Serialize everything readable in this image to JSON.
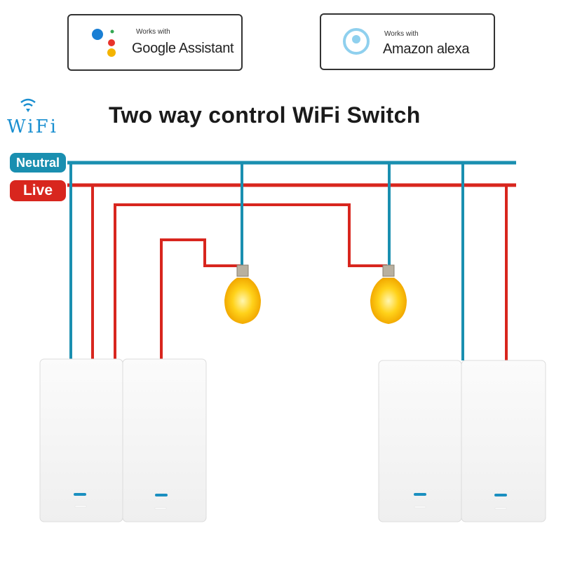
{
  "badges": {
    "google": {
      "small": "Works with",
      "big": "Google Assistant"
    },
    "alexa": {
      "small": "Works with",
      "big": "Amazon alexa"
    }
  },
  "logo": {
    "wifi": "WiFi"
  },
  "title": "Two way control WiFi Switch",
  "labels": {
    "neutral": "Neutral",
    "live": "Live"
  },
  "colors": {
    "neutral": "#1a8fb0",
    "live": "#d8261e",
    "indicator": "#1a8fc0"
  }
}
